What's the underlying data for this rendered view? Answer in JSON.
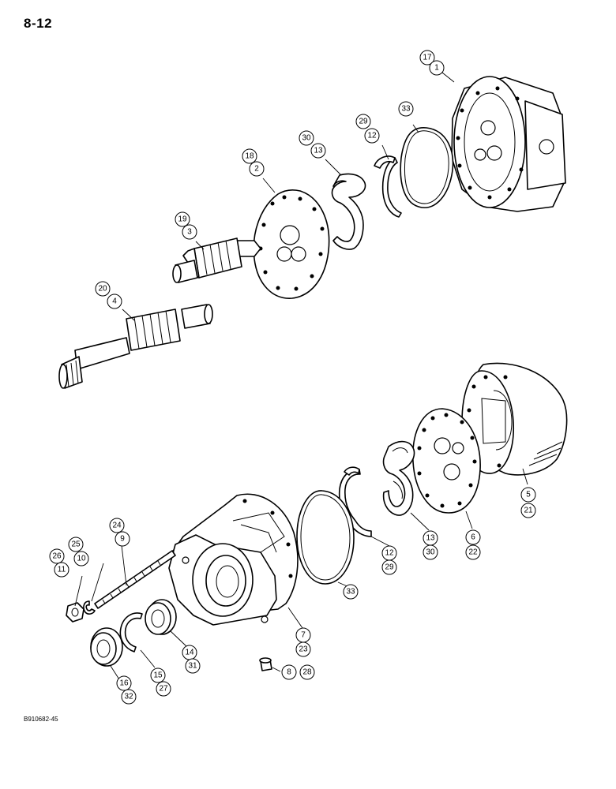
{
  "page": {
    "number": "8-12",
    "figure_code": "B910682-45"
  },
  "callouts": [
    {
      "id": "c17",
      "label": "17"
    },
    {
      "id": "c1",
      "label": "1"
    },
    {
      "id": "c33a",
      "label": "33"
    },
    {
      "id": "c29a",
      "label": "29"
    },
    {
      "id": "c12a",
      "label": "12"
    },
    {
      "id": "c30a",
      "label": "30"
    },
    {
      "id": "c13a",
      "label": "13"
    },
    {
      "id": "c18",
      "label": "18"
    },
    {
      "id": "c2",
      "label": "2"
    },
    {
      "id": "c19",
      "label": "19"
    },
    {
      "id": "c3",
      "label": "3"
    },
    {
      "id": "c20",
      "label": "20"
    },
    {
      "id": "c4",
      "label": "4"
    },
    {
      "id": "c5",
      "label": "5"
    },
    {
      "id": "c21",
      "label": "21"
    },
    {
      "id": "c6",
      "label": "6"
    },
    {
      "id": "c22",
      "label": "22"
    },
    {
      "id": "c13b",
      "label": "13"
    },
    {
      "id": "c30b",
      "label": "30"
    },
    {
      "id": "c12b",
      "label": "12"
    },
    {
      "id": "c29b",
      "label": "29"
    },
    {
      "id": "c33b",
      "label": "33"
    },
    {
      "id": "c7",
      "label": "7"
    },
    {
      "id": "c23",
      "label": "23"
    },
    {
      "id": "c24",
      "label": "24"
    },
    {
      "id": "c9",
      "label": "9"
    },
    {
      "id": "c25",
      "label": "25"
    },
    {
      "id": "c10",
      "label": "10"
    },
    {
      "id": "c26",
      "label": "26"
    },
    {
      "id": "c11",
      "label": "11"
    },
    {
      "id": "c14",
      "label": "14"
    },
    {
      "id": "c31",
      "label": "31"
    },
    {
      "id": "c15",
      "label": "15"
    },
    {
      "id": "c27",
      "label": "27"
    },
    {
      "id": "c16",
      "label": "16"
    },
    {
      "id": "c32",
      "label": "32"
    },
    {
      "id": "c8",
      "label": "8"
    },
    {
      "id": "c28",
      "label": "28"
    }
  ]
}
